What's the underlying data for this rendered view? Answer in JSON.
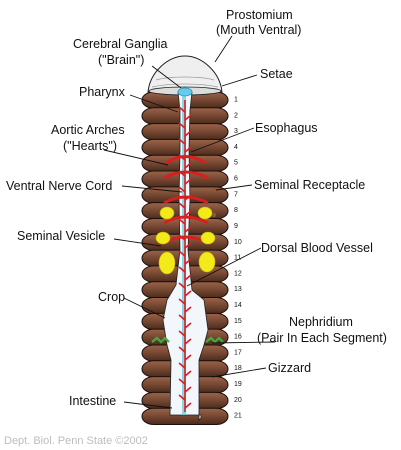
{
  "labels": {
    "prostomium": "Prostomium",
    "mouth_ventral": "(Mouth Ventral)",
    "cerebral_ganglia": "Cerebral Ganglia",
    "brain": "(\"Brain\")",
    "setae": "Setae",
    "pharynx": "Pharynx",
    "aortic_arches": "Aortic Arches",
    "hearts": "(\"Hearts\")",
    "esophagus": "Esophagus",
    "ventral_nerve_cord": "Ventral Nerve Cord",
    "seminal_receptacle": "Seminal Receptacle",
    "seminal_vesicle": "Seminal Vesicle",
    "dorsal_blood_vessel": "Dorsal Blood Vessel",
    "crop": "Crop",
    "nephridium": "Nephridium",
    "nephridium_note": "(Pair In Each Segment)",
    "gizzard": "Gizzard",
    "intestine": "Intestine"
  },
  "segments": [
    "1",
    "2",
    "3",
    "4",
    "5",
    "6",
    "7",
    "8",
    "9",
    "10",
    "11",
    "12",
    "13",
    "14",
    "15",
    "16",
    "17",
    "18",
    "19",
    "20",
    "21"
  ],
  "credit": "Dept. Biol. Penn State ©2002",
  "colors": {
    "segment_fill": "#7a4a34",
    "segment_stroke": "#1a0f0a",
    "gut": "#f3f6fb",
    "blood_vessel": "#d81f1f",
    "nerve_cord": "#6fcfe6",
    "seminal": "#f2ea1a",
    "nephridium": "#3fae3f",
    "receptacle": "#8c5a2e",
    "prostomium": "#eeeeee"
  }
}
